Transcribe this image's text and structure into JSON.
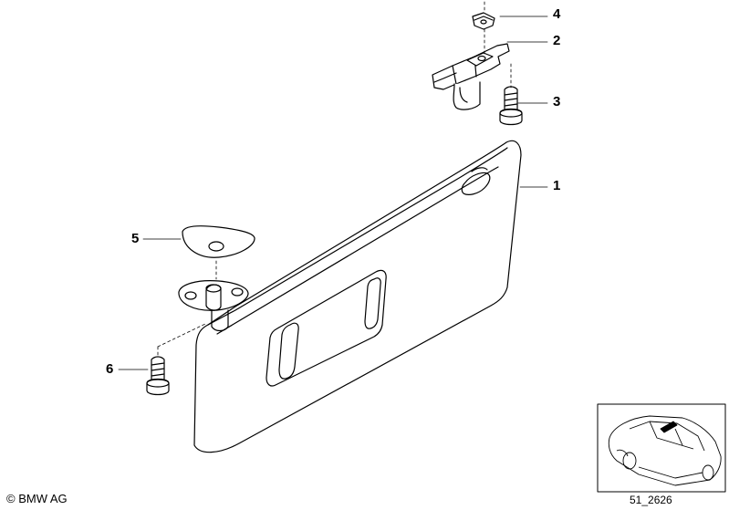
{
  "callouts": [
    {
      "id": "1",
      "label": "1"
    },
    {
      "id": "2",
      "label": "2"
    },
    {
      "id": "3",
      "label": "3"
    },
    {
      "id": "4",
      "label": "4"
    },
    {
      "id": "5",
      "label": "5"
    },
    {
      "id": "6",
      "label": "6"
    }
  ],
  "footer": {
    "copyright": "© BMW AG",
    "diagram_code": "51_2626"
  }
}
